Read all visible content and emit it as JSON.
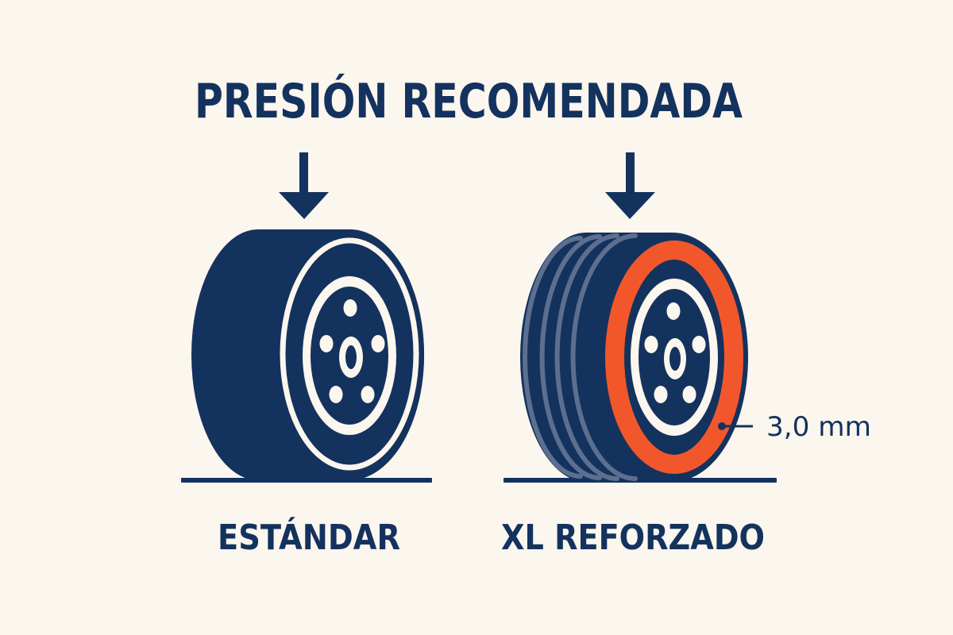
{
  "title": "PRESIÓN RECOMENDADA",
  "tires": [
    {
      "label": "ESTÁNDAR"
    },
    {
      "label": "XL REFORZADO"
    }
  ],
  "annotation": {
    "text": "3,0 mm"
  },
  "colors": {
    "background": "#FBF6EE",
    "navy": "#14325E",
    "accent": "#F2572B",
    "groove": "#5D6F8F",
    "cream": "#FBF6EE"
  },
  "icons": [
    "down-arrow-icon",
    "down-arrow-icon"
  ]
}
